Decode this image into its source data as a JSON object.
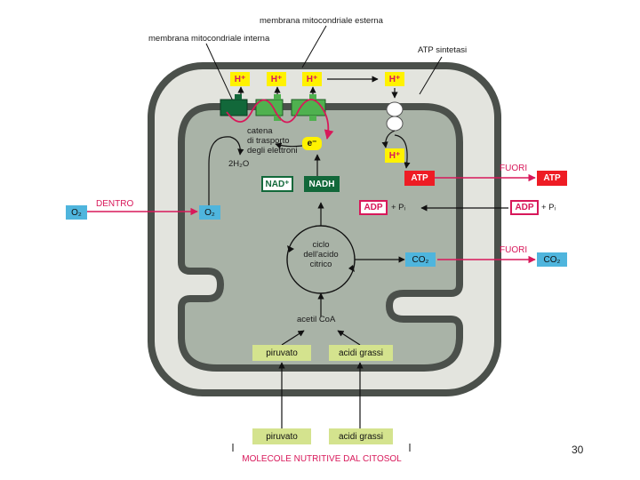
{
  "labels": {
    "outer_membrane": "membrana mitocondriale esterna",
    "inner_membrane": "membrana mitocondriale interna",
    "atp_synthase": "ATP sintetasi",
    "electron_chain": "catena\ndi trasporto\ndegli elettroni",
    "water": "2H₂O",
    "electron": "e⁻",
    "hydrogen_ion": "H⁺",
    "nad": "NAD⁺",
    "nadh": "NADH",
    "atp": "ATP",
    "adp": "ADP",
    "phosphate": "+ Pᵢ",
    "oxygen": "O₂",
    "in_label": "DENTRO",
    "out_label": "FUORI",
    "co2": "CO₂",
    "citric_cycle": "ciclo\ndell'acido\ncitrico",
    "acetyl_coa": "acetil CoA",
    "pyruvate": "piruvato",
    "fatty_acids": "acidi grassi",
    "nutrients_footer": "MOLECOLE NUTRITIVE DAL CITOSOL",
    "page_number": "30"
  },
  "colors": {
    "matrix": "#a9b3a7",
    "intermembrane": "#e3e4de",
    "membrane": "#4b504b",
    "yellow": "#fff200",
    "pink": "#d8185a",
    "red_box": "#ee1c24",
    "blue_box": "#4fb5dd",
    "dark_green": "#12683a",
    "green": "#4fb14f",
    "light_green": "#d4e38e"
  }
}
